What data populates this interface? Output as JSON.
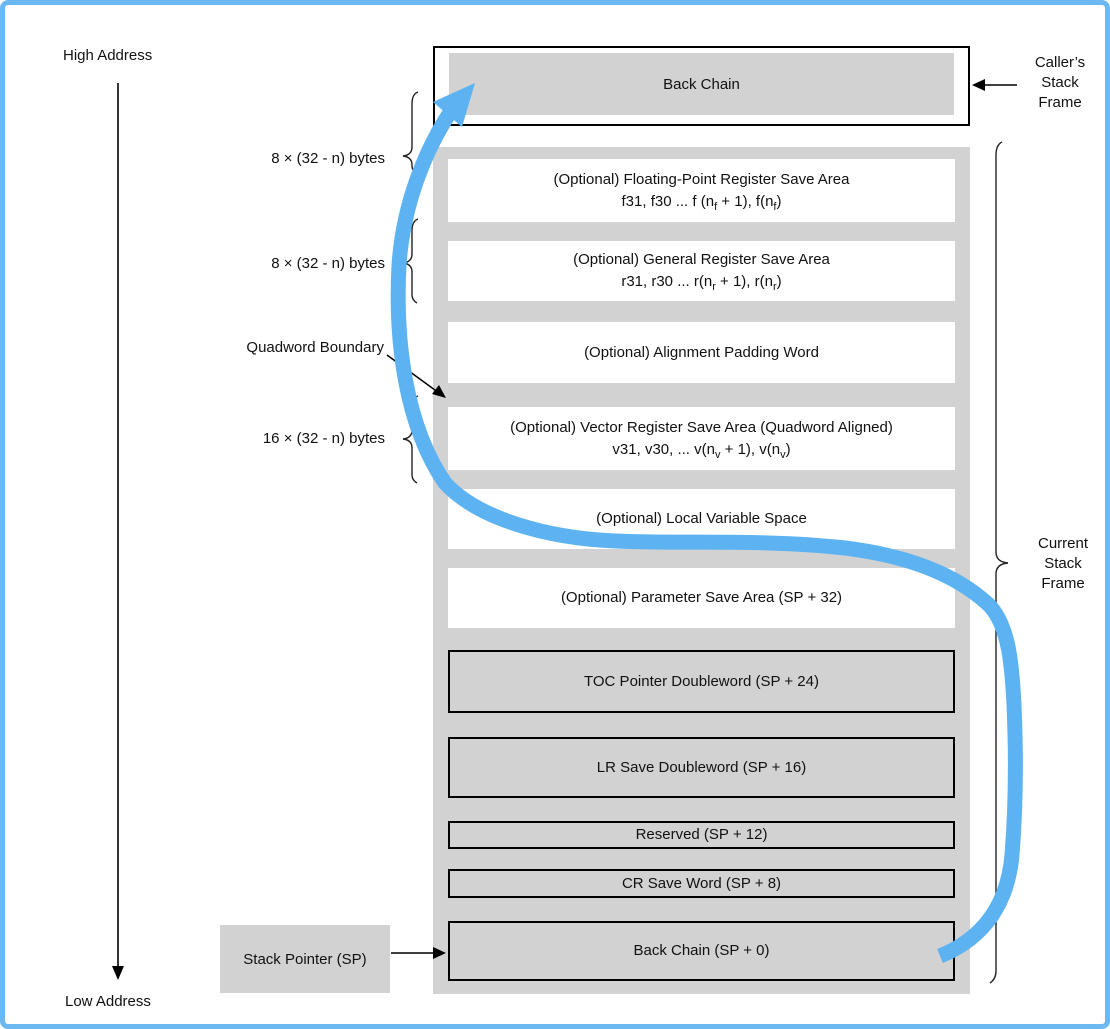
{
  "colors": {
    "frame_border": "#6cb9f2",
    "arrow_blue": "#5db3f2",
    "box_gray": "#d2d2d2",
    "line_black": "#000000"
  },
  "labels": {
    "high_address": "High Address",
    "low_address": "Low Address",
    "fp_size": "8 × (32 - n) bytes",
    "gr_size": "8 × (32 - n) bytes",
    "quadword_boundary": "Quadword Boundary",
    "vector_size": "16 × (32 - n) bytes",
    "stack_pointer": "Stack Pointer (SP)",
    "callers_frame": {
      "l1": "Caller’s",
      "l2": "Stack",
      "l3": "Frame"
    },
    "current_frame": {
      "l1": "Current",
      "l2": "Stack",
      "l3": "Frame"
    }
  },
  "stack": {
    "caller_back_chain": "Back Chain",
    "fp": {
      "title": "(Optional) Floating-Point Register Save Area",
      "d1": "f31, f30 ... f (n",
      "s1": "f",
      "d2": " + 1), f(n",
      "s2": "f",
      "d3": ")"
    },
    "gr": {
      "title": "(Optional) General Register Save Area",
      "d1": "r31, r30 ... r(n",
      "s1": "r",
      "d2": " + 1), r(n",
      "s2": "r",
      "d3": ")"
    },
    "align": {
      "title": "(Optional) Alignment Padding Word"
    },
    "vector": {
      "title": "(Optional) Vector Register Save Area (Quadword Aligned)",
      "d1": "v31, v30, ... v(n",
      "s1": "v",
      "d2": " + 1), v(n",
      "s2": "v",
      "d3": ")"
    },
    "local": {
      "title": "(Optional) Local Variable Space"
    },
    "param": {
      "title": "(Optional) Parameter Save Area (SP + 32)"
    },
    "toc": {
      "title": "TOC Pointer Doubleword (SP + 24)"
    },
    "lr": {
      "title": "LR Save Doubleword (SP + 16)"
    },
    "reserved": {
      "title": "Reserved (SP + 12)"
    },
    "cr": {
      "title": "CR Save Word (SP + 8)"
    },
    "back_chain": {
      "title": "Back Chain (SP + 0)"
    }
  }
}
